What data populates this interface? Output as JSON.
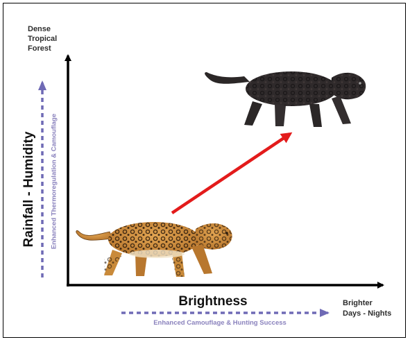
{
  "y_axis": {
    "top_label": "Dense\nTropical\nForest",
    "title": "Rainfall - Humidity",
    "subtitle": "Enhanced Thermoregulation & Camouflage"
  },
  "x_axis": {
    "title": "Brightness",
    "subtitle": "Enhanced Camouflage & Hunting Success",
    "right_label": "Brighter\nDays - Nights"
  },
  "images": {
    "spotted_jaguar": "spotted jaguar walking",
    "melanistic_jaguar": "black jaguar walking"
  },
  "colors": {
    "axis": "#000000",
    "transition_arrow": "#e31b1b",
    "dashed_arrow": "#6f6ab5",
    "subtitle_text": "#8a82bd",
    "spotted_coat": "#c98a3a",
    "melanistic_coat": "#2b2727"
  }
}
